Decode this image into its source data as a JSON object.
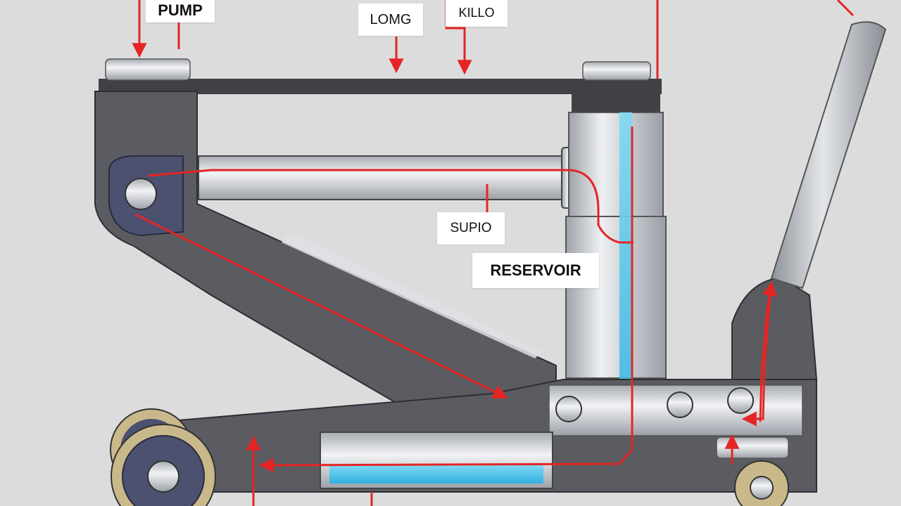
{
  "labels": {
    "pump": "PUMP",
    "load": "LOMG",
    "release": "KILLO",
    "piston": "SUPIO",
    "reservoir": "RESERVOIR"
  },
  "colors": {
    "background": "#dcdcdd",
    "frame": "#55575c",
    "steel": "#c9cdd2",
    "fluid": "#3fc1e8",
    "flow_arrow": "#e52525",
    "wheel_rim": "#c9b98a",
    "wheel_hub": "#4c5170"
  }
}
